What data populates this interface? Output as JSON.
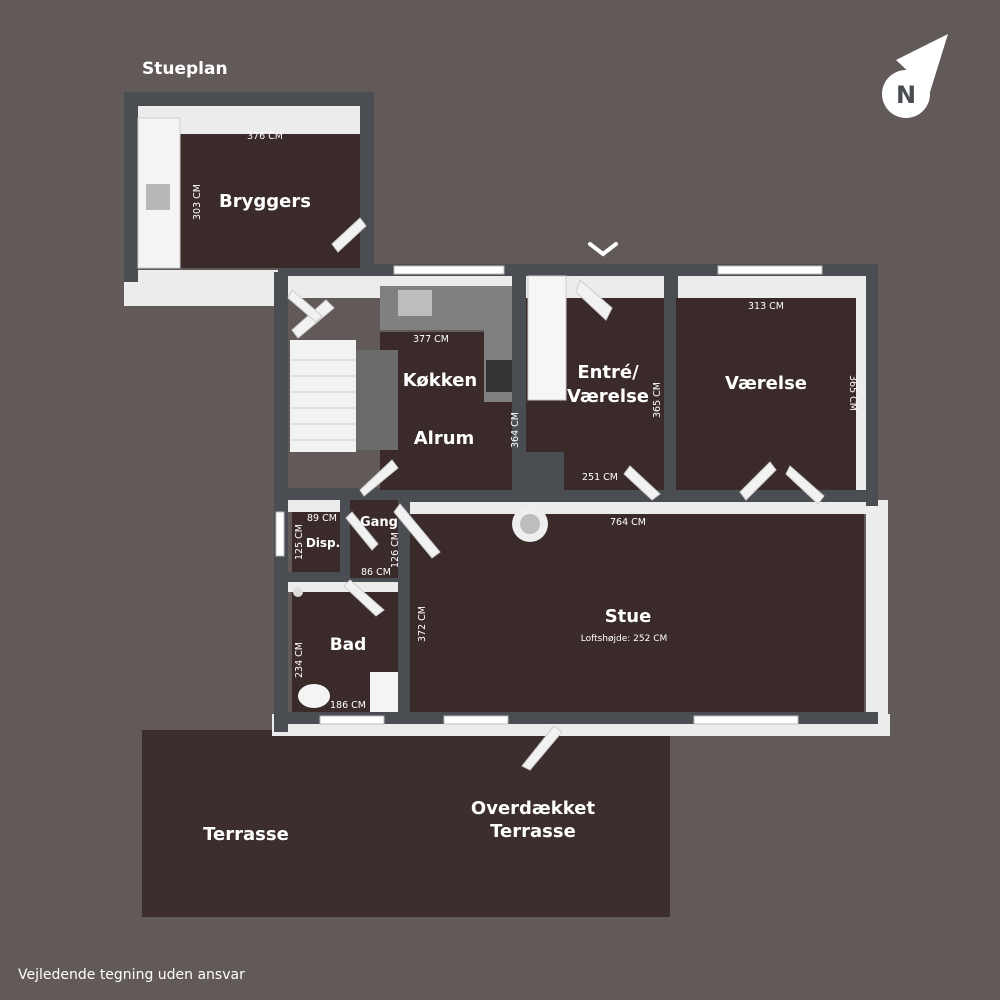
{
  "plan_title": "Stueplan",
  "disclaimer": "Vejledende tegning uden ansvar",
  "compass_letter": "N",
  "rooms": {
    "bryggers": "Bryggers",
    "kokken": "Køkken",
    "alrum": "Alrum",
    "entre_line1": "Entré/",
    "entre_line2": "Værelse",
    "vaerelse": "Værelse",
    "gang": "Gang",
    "disp": "Disp.",
    "bad": "Bad",
    "stue": "Stue",
    "terrasse": "Terrasse",
    "overdaekket_line1": "Overdækket",
    "overdaekket_line2": "Terrasse"
  },
  "stue_note": "Loftshøjde: 252 CM",
  "dimensions": {
    "bryggers_w": "376 CM",
    "bryggers_h": "303 CM",
    "kokken_w": "377 CM",
    "kokken_h": "364 CM",
    "vaerelse_w": "313 CM",
    "vaerelse_h": "365 CM",
    "entre_h": "365 CM",
    "entre_w": "251 CM",
    "stue_w": "764 CM",
    "stue_h": "372 CM",
    "disp_w": "89 CM",
    "disp_h": "125 CM",
    "gang_w": "86 CM",
    "gang_h": "126 CM",
    "bad_w": "186 CM",
    "bad_h": "234 CM"
  },
  "colors": {
    "background": "#625a58",
    "floor": "#3a2a2a",
    "wall_top": "#4a4d52",
    "wall_face": "#ececec",
    "terrace": "#3d2e2e"
  }
}
